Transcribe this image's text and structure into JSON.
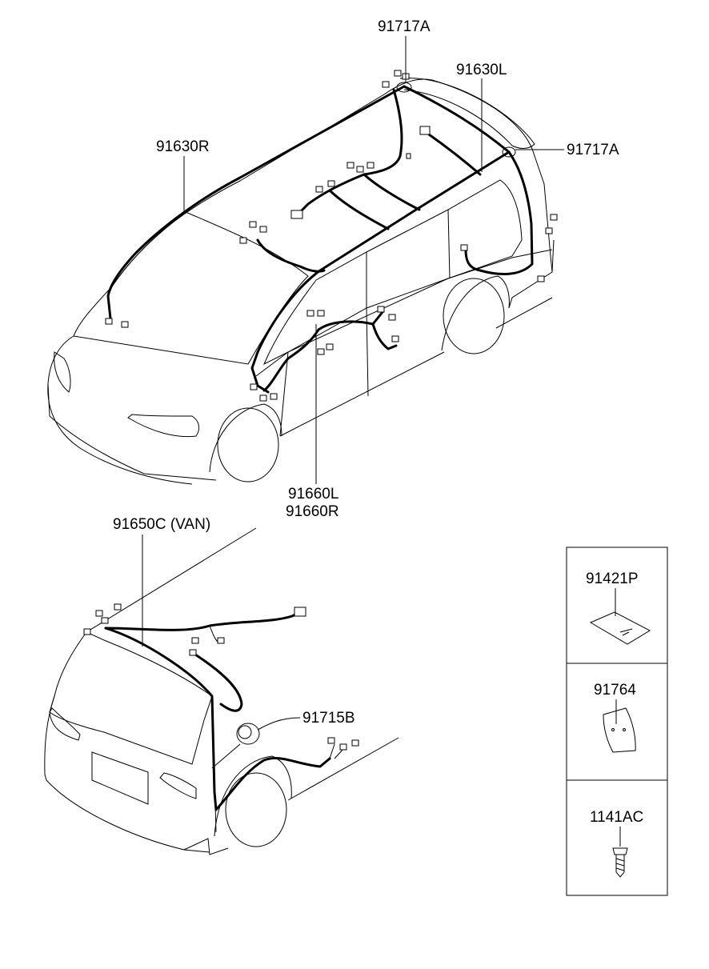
{
  "labels": {
    "grommet_top": "91717A",
    "grommet_rear": "91717A",
    "roof_left": "91630L",
    "roof_right": "91630R",
    "door_left": "91660L",
    "door_right": "91660R",
    "tailgate": "91650C (VAN)",
    "pad": "91715B"
  },
  "parts_box": {
    "items": [
      {
        "code": "91421P"
      },
      {
        "code": "91764"
      },
      {
        "code": "1141AC"
      }
    ]
  }
}
